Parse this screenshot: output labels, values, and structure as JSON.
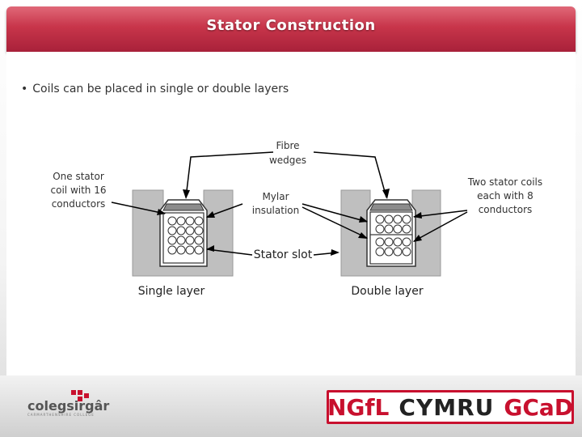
{
  "slide": {
    "title": "Stator Construction",
    "bullet": "Coils can be placed in single or double layers"
  },
  "diagram": {
    "labels": {
      "fibre_wedges_1": "Fibre",
      "fibre_wedges_2": "wedges",
      "one_coil_1": "One stator",
      "one_coil_2": "coil with 16",
      "one_coil_3": "conductors",
      "mylar_1": "Mylar",
      "mylar_2": "insulation",
      "two_coils_1": "Two stator coils",
      "two_coils_2": "each with 8",
      "two_coils_3": "conductors",
      "stator_slot": "Stator slot",
      "single_layer": "Single layer",
      "double_layer": "Double layer"
    }
  },
  "footer": {
    "college_name": "colegsirgâr",
    "college_sub": "CARMARTHENSHIRE COLLEGE",
    "partner_ngfl": "NGfL",
    "partner_cymru": "CYMRU",
    "partner_gcad": "GCaD"
  },
  "colors": {
    "header": "#c8354a",
    "slot_fill": "#bfbfbf",
    "wedge_fill": "#8c8c8c",
    "brand_red": "#c8102e"
  }
}
